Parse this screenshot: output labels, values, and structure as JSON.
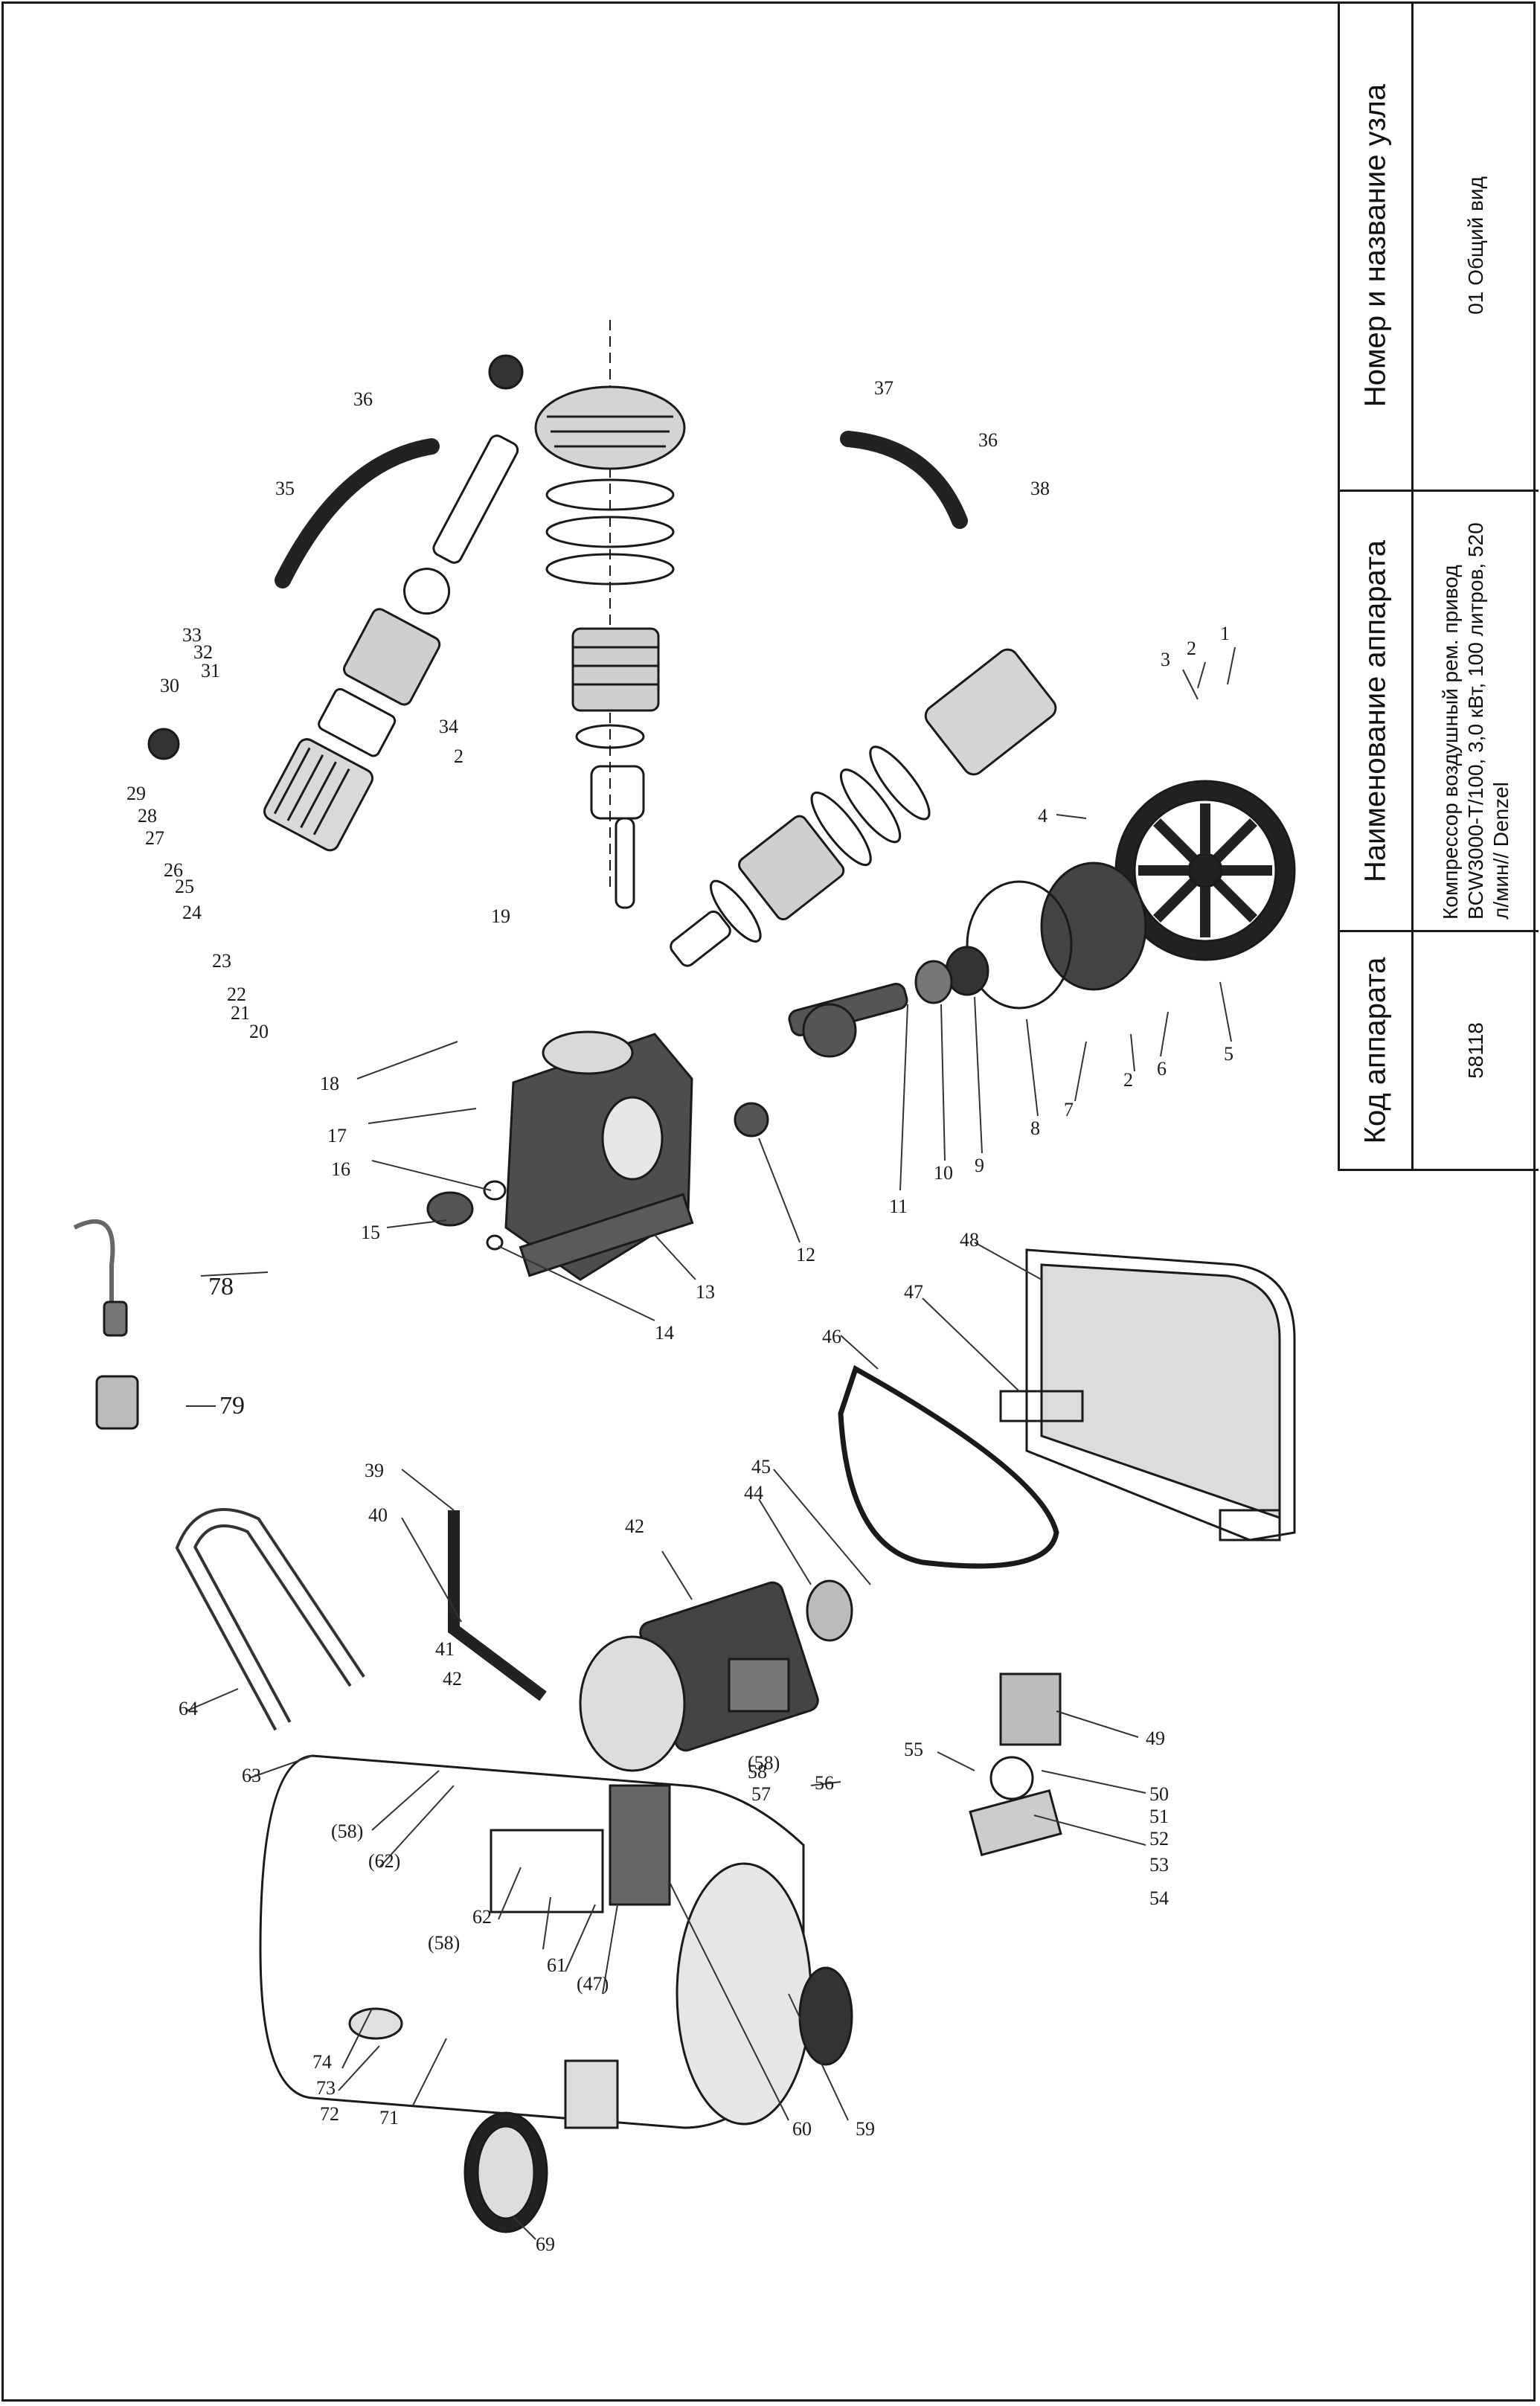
{
  "title_block": {
    "code_header": "Код аппарата",
    "code_value": "58118",
    "name_header": "Наименование аппарата",
    "name_value": "Компрессор воздушный рем. привод BCW3000-T/100, 3,0 кВт, 100 литров, 520 л/мин// Denzel",
    "node_header": "Номер и название узла",
    "node_value": "01 Общий вид"
  },
  "callouts": [
    "1",
    "2",
    "3",
    "4",
    "5",
    "6",
    "2",
    "7",
    "8",
    "9",
    "10",
    "11",
    "12",
    "13",
    "14",
    "15",
    "16",
    "17",
    "18",
    "19",
    "20",
    "21",
    "22",
    "23",
    "24",
    "25",
    "26",
    "27",
    "28",
    "29",
    "30",
    "31",
    "32",
    "33",
    "34",
    "2",
    "35",
    "36",
    "36",
    "37",
    "38",
    "78",
    "79",
    "39",
    "40",
    "41",
    "42",
    "42",
    "44",
    "45",
    "46",
    "47",
    "48",
    "49",
    "50",
    "51",
    "52",
    "53",
    "54",
    "55",
    "56",
    "57",
    "58",
    "(58)",
    "(58)",
    "(58)",
    "(62)",
    "62",
    "64",
    "63",
    "61",
    "(47)",
    "60",
    "59",
    "74",
    "73",
    "72",
    "71",
    "69"
  ]
}
